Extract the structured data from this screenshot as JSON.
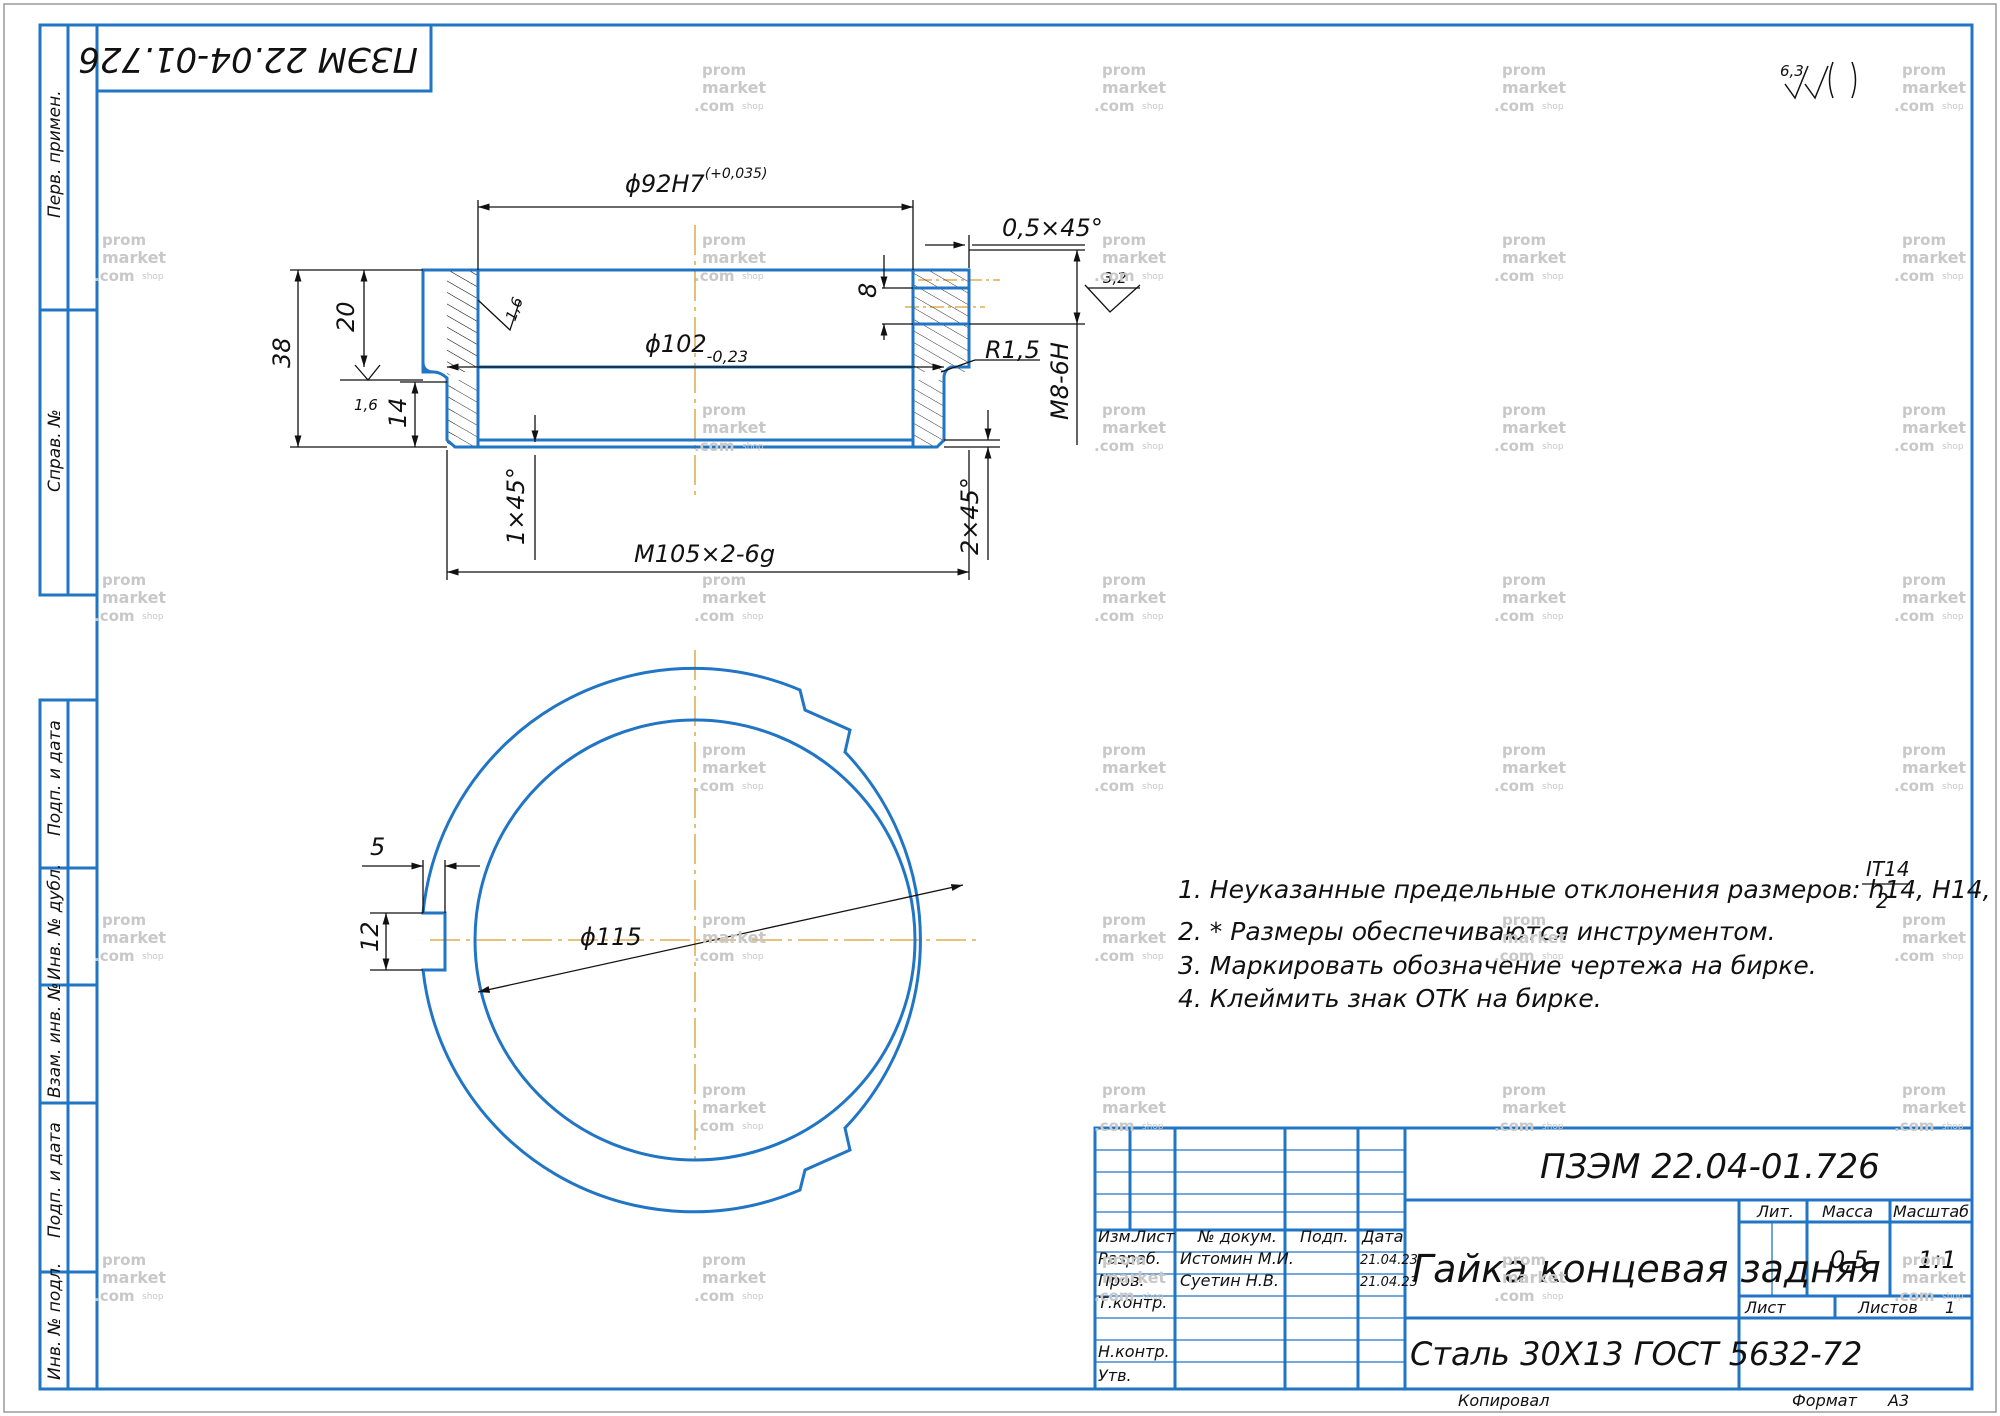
{
  "stamp": {
    "designation": "ПЗЭМ 22.04-01.726",
    "title": "Гайка концевая задняя",
    "material": "Сталь 30Х13 ГОСТ 5632-72",
    "mass": "0,5",
    "scale": "1:1",
    "sheet_label": "Лист",
    "sheets_label": "Листов",
    "sheets_count": "1",
    "headers": {
      "lit": "Лит.",
      "mass": "Масса",
      "scale": "Масштаб",
      "izm": "Изм.",
      "list": "Лист",
      "doc": "№ докум.",
      "sign": "Подп.",
      "date": "Дата"
    },
    "rows": {
      "razrab": "Разраб.",
      "prov": "Пров.",
      "tkontr": "Т.контр.",
      "nkontr": "Н.контр.",
      "utv": "Утв."
    },
    "developer": "Истомин М.И.",
    "developer_date": "21.04.23",
    "checker": "Суетин Н.В.",
    "checker_date": "21.04.23",
    "copied": "Копировал",
    "format_label": "Формат",
    "format": "А3"
  },
  "top_left_designation": "ПЗЭМ 22.04-01.726",
  "side_labels": {
    "perv_primen": "Перв. примен.",
    "sprav": "Справ. №",
    "podp_data_1": "Подп. и дата",
    "inv_dubl": "Инв. № дубл.",
    "vzam_inv": "Взам. инв. №",
    "podp_data_2": "Подп. и дата",
    "inv_podl": "Инв. № подл."
  },
  "roughness": {
    "general_value": "6,3",
    "local_1": "3,2",
    "local_2": "1,6",
    "local_3": "1,6"
  },
  "dimensions": {
    "bore": "ϕ92H7",
    "bore_tol": "(+0,035)",
    "chamfer_top": "0,5×45°",
    "groove_dia": "ϕ102",
    "groove_tol": "-0,23",
    "radius": "R1,5",
    "thread_hole": "M8-6H",
    "h38": "38",
    "h20": "20",
    "h14": "14",
    "h8": "8",
    "chamfer_1": "1×45°",
    "chamfer_2": "2×45°",
    "thread": "M105×2-6g",
    "slot_width": "5",
    "slot_depth": "12",
    "outer_dia": "ϕ115"
  },
  "notes": [
    "1. Неуказанные предельные отклонения размеров: h14, H14, ±",
    "2. * Размеры обеспечиваются инструментом.",
    "3. Маркировать обозначение чертежа на бирке.",
    "4. Клеймить знак ОТК на бирке."
  ],
  "note_fraction": {
    "num": "IT14",
    "den": "2"
  },
  "watermark": {
    "line1": "prom",
    "line2": "market",
    "line3": ".com",
    "tag": "shop"
  },
  "colors": {
    "frame": "#2175c5",
    "axis": "#d99c2b",
    "text": "#111111"
  }
}
